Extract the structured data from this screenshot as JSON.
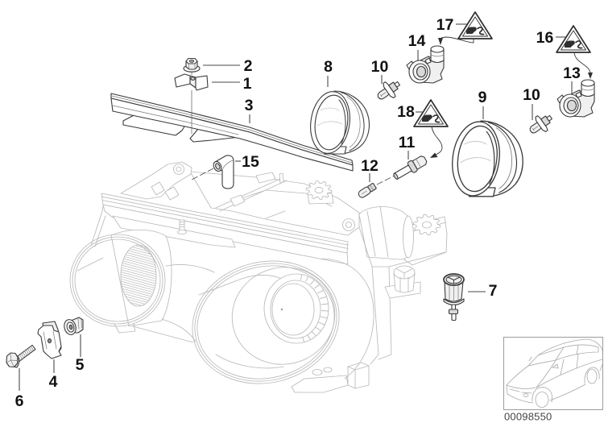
{
  "colors": {
    "background": "#ffffff",
    "part_line": "#3a3a3a",
    "housing_line": "#b9b9b9",
    "leader_line": "#4a4a4a",
    "callout_text": "#111111",
    "caption_text": "#444444",
    "inset_frame": "#9c9c9c",
    "inset_line": "#a9a9a9"
  },
  "diagram": {
    "assembly_icon": "headlight-housing-icon",
    "callouts": [
      {
        "label": "1",
        "icon": "u-clip-icon"
      },
      {
        "label": "2",
        "icon": "hex-flange-nut-icon"
      },
      {
        "label": "3",
        "icon": "seal-strip-icon"
      },
      {
        "label": "4",
        "icon": "clip-nut-icon"
      },
      {
        "label": "5",
        "icon": "expanding-rivet-icon"
      },
      {
        "label": "6",
        "icon": "hex-bolt-icon"
      },
      {
        "label": "7",
        "icon": "adjusting-element-icon"
      },
      {
        "label": "8",
        "icon": "rubber-cap-icon"
      },
      {
        "label": "9",
        "icon": "rubber-cap-icon"
      },
      {
        "label": "10",
        "icon": "halogen-bulb-icon"
      },
      {
        "label": "10",
        "icon": "halogen-bulb-icon"
      },
      {
        "label": "11",
        "icon": "bulb-socket-icon"
      },
      {
        "label": "12",
        "icon": "wedge-bulb-icon"
      },
      {
        "label": "13",
        "icon": "bulb-socket-connector-icon"
      },
      {
        "label": "14",
        "icon": "bulb-socket-connector-icon"
      },
      {
        "label": "15",
        "icon": "vent-hose-elbow-icon"
      },
      {
        "label": "16",
        "icon": "wiring-note-triangle-icon"
      },
      {
        "label": "17",
        "icon": "wiring-note-triangle-icon"
      },
      {
        "label": "18",
        "icon": "wiring-note-triangle-icon"
      }
    ],
    "connections": [
      {
        "from": "17",
        "to": "14",
        "style": "wire-arrow"
      },
      {
        "from": "16",
        "to": "13",
        "style": "wire-arrow"
      },
      {
        "from": "18",
        "to": "11",
        "style": "wire-arrow"
      },
      {
        "from": "12",
        "to": "11",
        "style": "dashed"
      },
      {
        "from": "15",
        "to": "housing",
        "style": "dashed"
      },
      {
        "from": "2",
        "via": "1",
        "to": "3",
        "style": "axis-line"
      }
    ]
  },
  "inset": {
    "icon": "vehicle-sedan-icon",
    "caption": "00098550"
  }
}
